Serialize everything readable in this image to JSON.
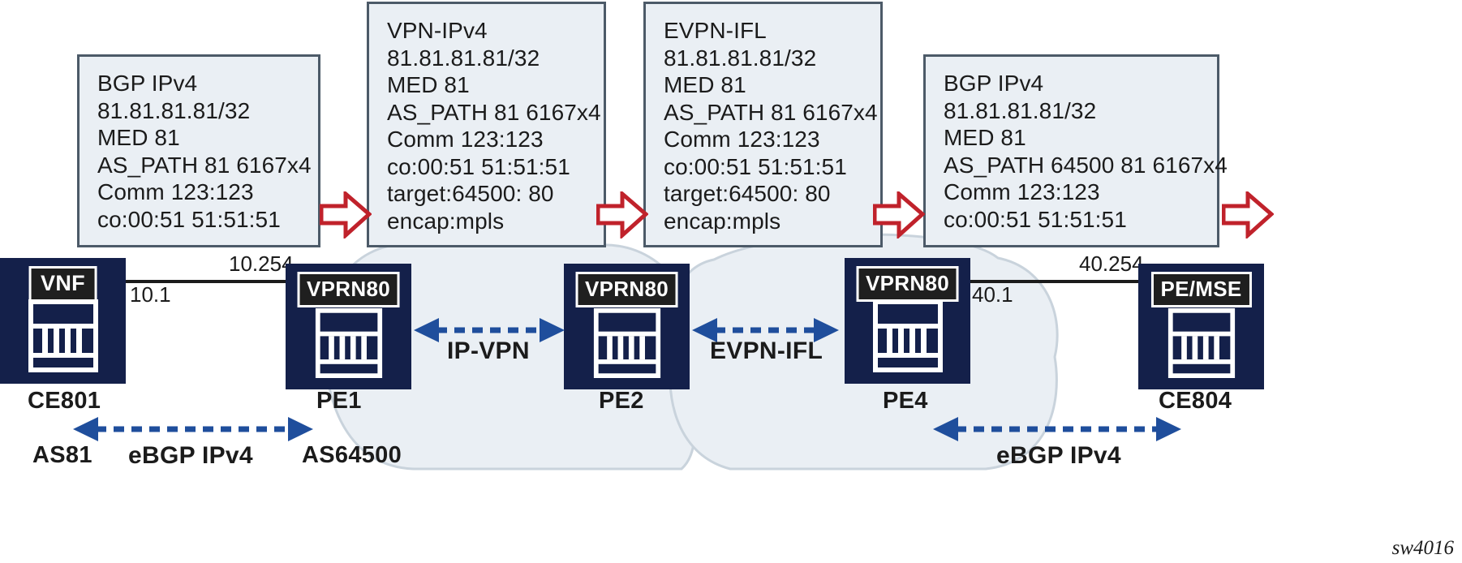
{
  "diagram": {
    "watermark": "sw4016",
    "colors": {
      "node_fill": "#14204a",
      "node_tag_fill": "#1f1f1f",
      "box_fill": "#eaeff4",
      "box_border": "#4c5a68",
      "cloud_fill": "#eaeff4",
      "cloud_stroke": "#c9d3dc",
      "red_arrow": "#c0222b",
      "blue_arrow": "#1f4e9c",
      "text": "#1b1b1b"
    }
  },
  "info_boxes": [
    {
      "id": "box-bgp-ipv4-left",
      "lines": [
        "BGP IPv4",
        "81.81.81.81/32",
        "MED 81",
        "AS_PATH 81 6167x4",
        "Comm 123:123",
        "co:00:51 51:51:51"
      ]
    },
    {
      "id": "box-vpn-ipv4",
      "lines": [
        "VPN-IPv4",
        "81.81.81.81/32",
        "MED 81",
        "AS_PATH 81 6167x4",
        "Comm 123:123",
        "co:00:51 51:51:51",
        "target:64500: 80",
        "encap:mpls"
      ]
    },
    {
      "id": "box-evpn-ifl",
      "lines": [
        "EVPN-IFL",
        "81.81.81.81/32",
        "MED 81",
        "AS_PATH 81 6167x4",
        "Comm 123:123",
        "co:00:51 51:51:51",
        "target:64500: 80",
        "encap:mpls"
      ]
    },
    {
      "id": "box-bgp-ipv4-right",
      "lines": [
        "BGP IPv4",
        "81.81.81.81/32",
        "MED 81",
        "AS_PATH 64500 81 6167x4",
        "Comm 123:123",
        "co:00:51 51:51:51"
      ]
    }
  ],
  "nodes": [
    {
      "id": "node-ce801",
      "tag": "VNF",
      "label": "CE801"
    },
    {
      "id": "node-pe1",
      "tag": "VPRN80",
      "label": "PE1"
    },
    {
      "id": "node-pe2",
      "tag": "VPRN80",
      "label": "PE2"
    },
    {
      "id": "node-pe4",
      "tag": "VPRN80",
      "label": "PE4"
    },
    {
      "id": "node-ce804",
      "tag": "PE/MSE",
      "label": "CE804"
    }
  ],
  "interfaces": {
    "ce801_pe1_left": "10.1",
    "ce801_pe1_right": "10.254",
    "pe4_ce804_left": "40.1",
    "pe4_ce804_right": "40.254"
  },
  "protocol_links": [
    {
      "id": "link-ip-vpn",
      "label": "IP-VPN"
    },
    {
      "id": "link-evpn-ifl",
      "label": "EVPN-IFL"
    },
    {
      "id": "link-ebgp-ipv4-left",
      "label": "eBGP IPv4"
    },
    {
      "id": "link-ebgp-ipv4-right",
      "label": "eBGP IPv4"
    }
  ],
  "as_numbers": {
    "left_edge": "AS81",
    "left_core": "AS64500"
  }
}
